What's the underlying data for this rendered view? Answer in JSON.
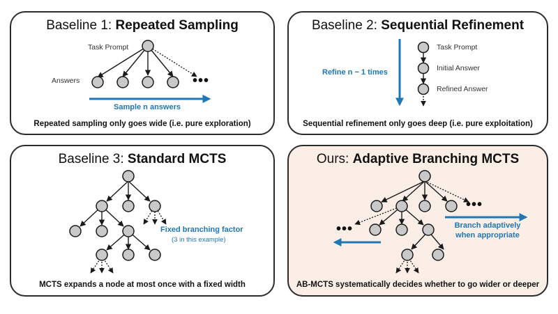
{
  "panels": [
    {
      "title_prefix": "Baseline 1: ",
      "title_bold": "Repeated Sampling",
      "label_task_prompt": "Task Prompt",
      "label_answers": "Answers",
      "arrow_label": "Sample n answers",
      "caption": "Repeated sampling only goes wide (i.e. pure exploration)"
    },
    {
      "title_prefix": "Baseline 2: ",
      "title_bold": "Sequential Refinement",
      "arrow_label": "Refine n − 1 times",
      "label_task_prompt": "Task Prompt",
      "label_initial_answer": "Initial Answer",
      "label_refined_answer": "Refined Answer",
      "caption": "Sequential refinement only goes deep (i.e. pure exploitation)"
    },
    {
      "title_prefix": "Baseline 3: ",
      "title_bold": "Standard MCTS",
      "annotation": "Fixed branching factor",
      "annotation_sub": "(3 in this example)",
      "caption": "MCTS expands a node at most once with a fixed width"
    },
    {
      "title_prefix": "Ours: ",
      "title_bold": "Adaptive Branching MCTS",
      "annotation_line1": "Branch adaptively",
      "annotation_line2": "when appropriate",
      "caption": "AB-MCTS systematically decides whether to go wider or deeper"
    }
  ],
  "ellipsis": "•••",
  "colors": {
    "accent": "#1f77b4",
    "ours_bg": "#fbeee6",
    "node_fill": "#c9c9c9"
  }
}
